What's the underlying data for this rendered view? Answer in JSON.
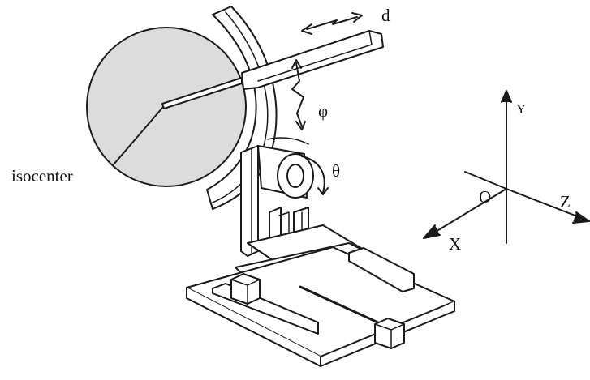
{
  "labels": {
    "d": "d",
    "phi": "φ",
    "theta": "θ",
    "isocenter": "isocenter",
    "axis_y": "Y",
    "axis_x": "X",
    "axis_z": "Z",
    "origin": "O"
  },
  "colors": {
    "ink": "#1a1a1a",
    "sphere_fill": "#dcdcdc",
    "white": "#ffffff"
  }
}
